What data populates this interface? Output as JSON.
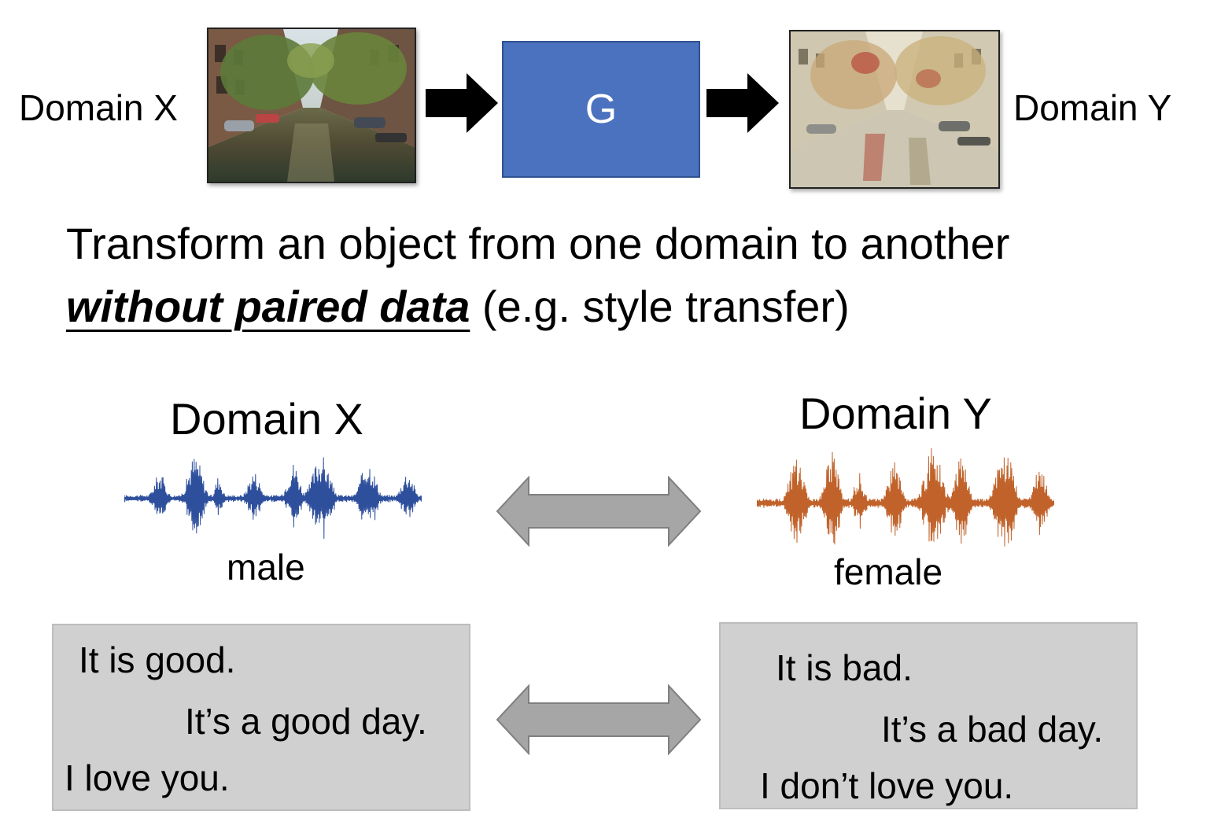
{
  "top": {
    "domain_x_label": "Domain X",
    "generator_label": "G",
    "domain_y_label": "Domain Y"
  },
  "description": {
    "line1": "Transform an object from one domain to another",
    "emphasis": "without paired data",
    "line2_rest": " (e.g. style transfer)"
  },
  "audio": {
    "domain_x_label": "Domain X",
    "domain_y_label": "Domain Y",
    "x_caption": "male",
    "y_caption": "female"
  },
  "text": {
    "domain_x_sentences": [
      "It is good.",
      "It’s a good day.",
      "I love you."
    ],
    "domain_y_sentences": [
      "It is bad.",
      "It’s a bad day.",
      "I don’t love you."
    ]
  },
  "colors": {
    "generator_box": "#4a72be",
    "waveform_male": "#2e4f9c",
    "waveform_female": "#c0622a",
    "double_arrow": "#a6a6a6",
    "text_box": "#d0d0d0"
  }
}
